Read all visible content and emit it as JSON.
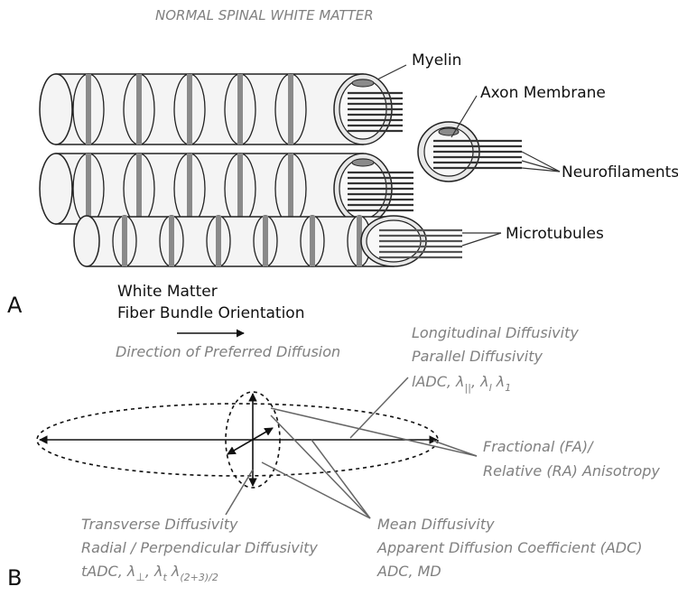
{
  "panel_a": {
    "title": "NORMAL SPINAL WHITE MATTER",
    "panel_letter": "A",
    "labels": {
      "myelin": "Myelin",
      "axon_membrane": "Axon Membrane",
      "neurofilaments": "Neurofilaments",
      "microtubules": "Microtubules"
    },
    "orientation_line1": "White Matter",
    "orientation_line2": "Fiber Bundle Orientation",
    "preferred_diffusion": "Direction of Preferred Diffusion"
  },
  "panel_b": {
    "panel_letter": "B",
    "longitudinal": {
      "line1": "Longitudinal Diffusivity",
      "line2": "Parallel Diffusivity",
      "line3_prefix": "lADC, λ",
      "line3_sub1": "||",
      "line3_mid1": ", λ",
      "line3_sub2": "l",
      "line3_mid2": " λ",
      "line3_sub3": "1"
    },
    "fractional": {
      "line1": "Fractional (FA)/",
      "line2": "Relative (RA) Anisotropy"
    },
    "transverse": {
      "line1": "Transverse Diffusivity",
      "line2": "Radial / Perpendicular Diffusivity",
      "line3_prefix": "tADC, λ",
      "line3_sub1": "⊥",
      "line3_mid1": ", λ",
      "line3_sub2": "t",
      "line3_mid2": " λ",
      "line3_sub3": "(2+3)/2"
    },
    "mean": {
      "line1": "Mean Diffusivity",
      "line2": "Apparent Diffusion Coefficient (ADC)",
      "line3": "ADC, MD"
    }
  },
  "colors": {
    "cylinder_fill": "#f4f4f4",
    "band_fill": "#8a8a8a",
    "outline": "#222222",
    "label_gray": "#808080"
  }
}
